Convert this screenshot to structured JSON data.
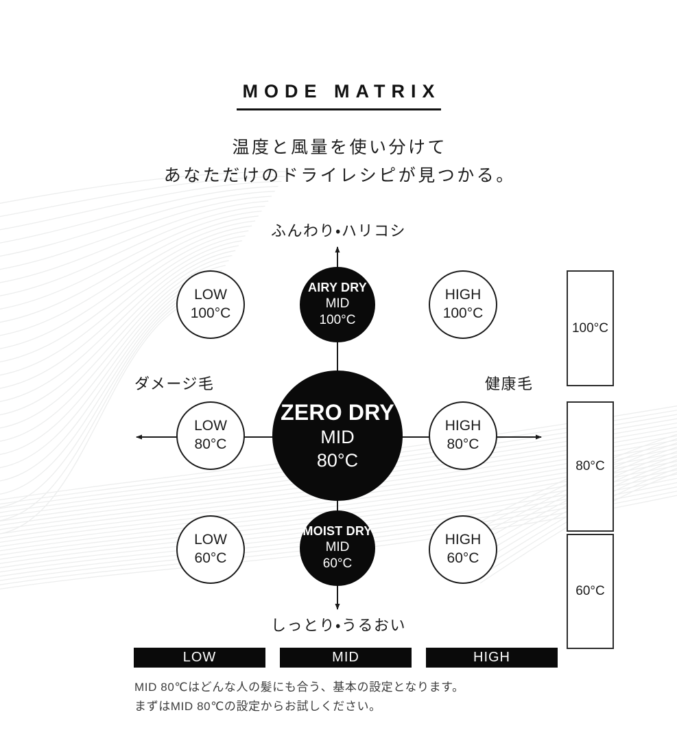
{
  "header": {
    "title": "MODE MATRIX",
    "subtitle_line1": "温度と風量を使い分けて",
    "subtitle_line2": "あなただけのドライレシピが見つかる。"
  },
  "axes": {
    "top_label": "ふんわり・ハリコシ",
    "bottom_label": "しっとり・うるおい",
    "left_label": "ダメージ毛",
    "right_label": "健康毛"
  },
  "matrix": {
    "nodes": [
      {
        "id": "low-100",
        "name": "",
        "fan": "LOW",
        "temp": "100°C",
        "style": "outline"
      },
      {
        "id": "airy-dry",
        "name": "AIRY DRY",
        "fan": "MID",
        "temp": "100°C",
        "style": "filled"
      },
      {
        "id": "high-100",
        "name": "",
        "fan": "HIGH",
        "temp": "100°C",
        "style": "outline"
      },
      {
        "id": "low-80",
        "name": "",
        "fan": "LOW",
        "temp": "80°C",
        "style": "outline"
      },
      {
        "id": "zero-dry",
        "name": "ZERO DRY",
        "fan": "MID",
        "temp": "80°C",
        "style": "filled"
      },
      {
        "id": "high-80",
        "name": "",
        "fan": "HIGH",
        "temp": "80°C",
        "style": "outline"
      },
      {
        "id": "low-60",
        "name": "",
        "fan": "LOW",
        "temp": "60°C",
        "style": "outline"
      },
      {
        "id": "moist-dry",
        "name": "MOIST DRY",
        "fan": "MID",
        "temp": "60°C",
        "style": "filled"
      },
      {
        "id": "high-60",
        "name": "",
        "fan": "HIGH",
        "temp": "60°C",
        "style": "outline"
      }
    ]
  },
  "temperature_legend": [
    {
      "label": "100°C"
    },
    {
      "label": "80°C"
    },
    {
      "label": "60°C"
    }
  ],
  "fan_legend": [
    {
      "label": "LOW"
    },
    {
      "label": "MID"
    },
    {
      "label": "HIGH"
    }
  ],
  "footnote": {
    "line1": "MID 80℃はどんな人の髪にも合う、基本の設定となります。",
    "line2": "まずはMID 80℃の設定からお試しください。"
  },
  "colors": {
    "ink": "#0a0a0a",
    "background": "#ffffff",
    "wave": "#eceded",
    "outline": "#1a1a1a"
  }
}
